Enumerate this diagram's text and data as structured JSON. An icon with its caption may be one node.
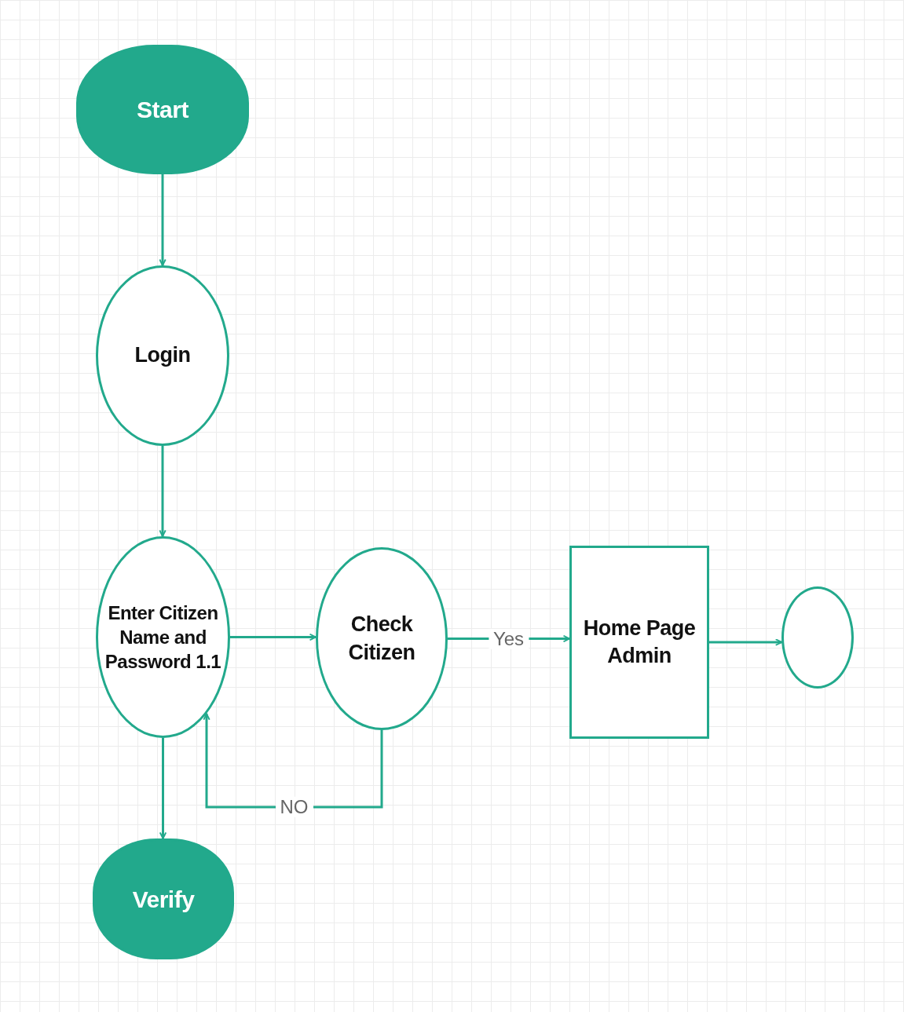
{
  "diagram": {
    "nodes": [
      {
        "text": [
          "Start"
        ]
      },
      {
        "text": [
          "Login"
        ]
      },
      {
        "text": [
          "Enter Citizen Name and Password 1.1"
        ]
      },
      {
        "text": [
          "Check Citizen"
        ]
      },
      {
        "text": [
          "Home Page Admin"
        ]
      },
      {
        "text": [],
        "shape": "circle"
      },
      {
        "text": [
          "Verify"
        ]
      }
    ],
    "edges": [
      {
        "from": 0,
        "to": 1,
        "arrow": "to"
      },
      {
        "from": 1,
        "to": 2,
        "arrow": "to"
      },
      {
        "from": 2,
        "to": 3,
        "arrow": "to"
      },
      {
        "from": 3,
        "to": 4,
        "arrow": "to",
        "label": "Yes"
      },
      {
        "from": 4,
        "to": 5,
        "arrow": "to"
      },
      {
        "from": 3,
        "to": 2,
        "arrow": "to",
        "label": "NO"
      },
      {
        "from": 2,
        "to": 6,
        "arrow": "to"
      }
    ]
  }
}
